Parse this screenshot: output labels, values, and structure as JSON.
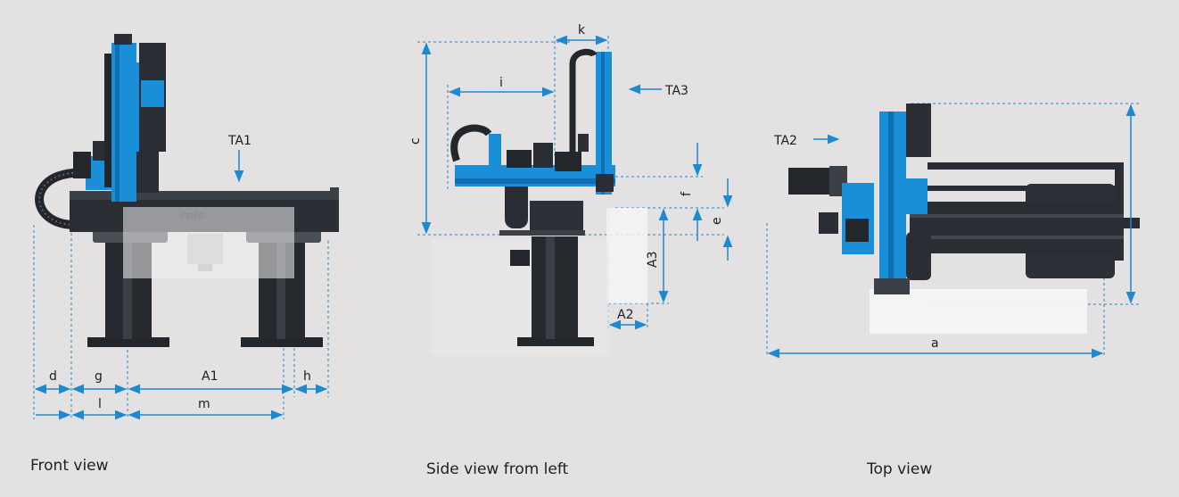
{
  "views": {
    "front": {
      "caption": "Front view"
    },
    "side": {
      "caption": "Side view from left"
    },
    "top": {
      "caption": "Top view"
    }
  },
  "dimensions": {
    "front": {
      "d": "d",
      "g": "g",
      "A1": "A1",
      "h": "h",
      "l": "l",
      "m": "m"
    },
    "side": {
      "k": "k",
      "i": "i",
      "c": "c",
      "f": "f",
      "e": "e",
      "A3": "A3",
      "A2": "A2"
    },
    "top": {
      "a": "a"
    }
  },
  "axes": {
    "TA1": "TA1",
    "TA2": "TA2",
    "TA3": "TA3"
  },
  "logo": "reis",
  "colors": {
    "dimension": "#1e88d0",
    "machine_blue": "#1a8fd8",
    "machine_dark": "#23262b",
    "background": "#e3e1e1"
  }
}
